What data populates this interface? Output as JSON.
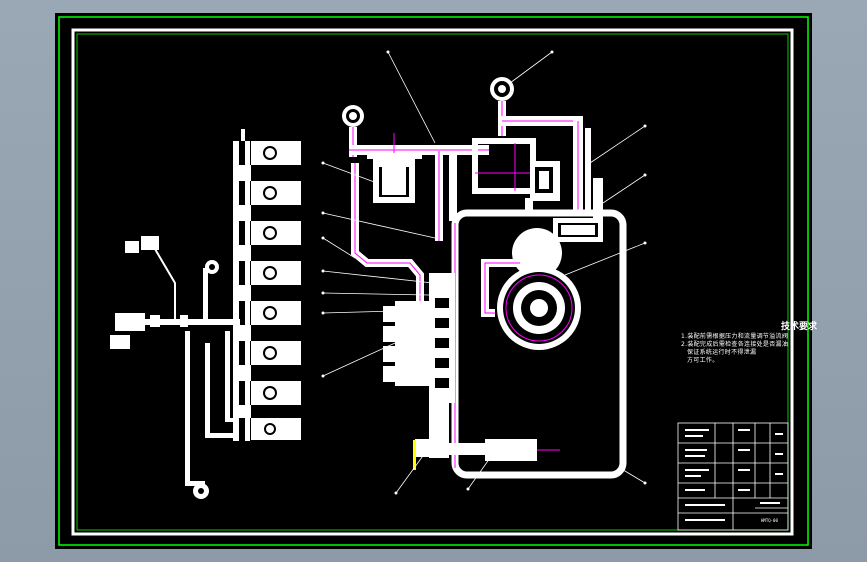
{
  "tech_requirements": {
    "title": "技术要求",
    "lines": [
      "1.装配前需根据压力和流量调节溢流阀",
      "2.装配完成后需检查各连接处是否漏油",
      "保证系统运行时不得泄漏",
      "  方可工作。"
    ]
  },
  "title_block": {
    "drawing_number": "HMTQ-00"
  },
  "colors": {
    "frame": "#00ff00",
    "border": "#ffffff",
    "pipe": "#ffffff",
    "pipe_core": "#ff00ff",
    "leader": "#ffffff"
  }
}
